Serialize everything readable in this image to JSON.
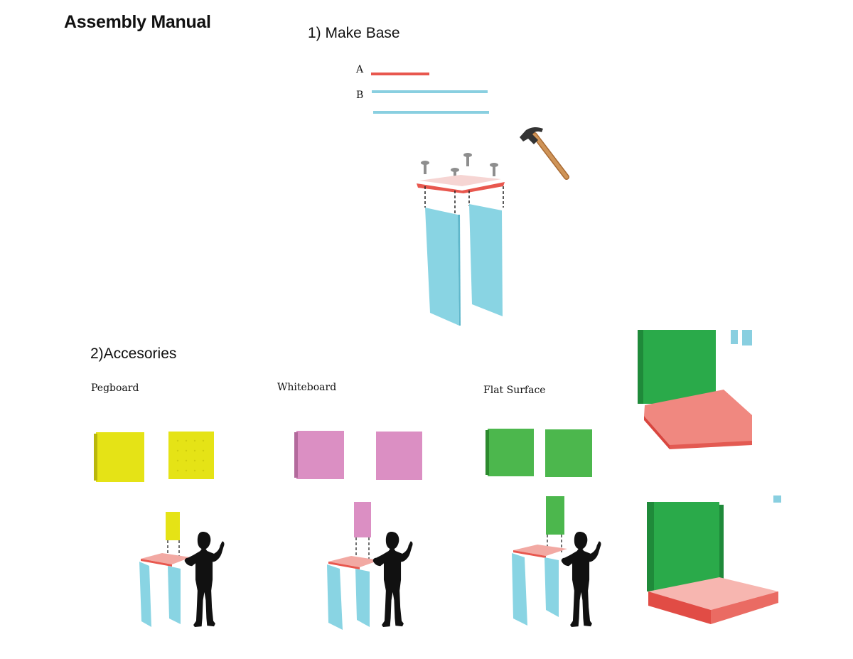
{
  "header": {
    "title": "Assembly Manual"
  },
  "step1": {
    "title": "1) Make Base",
    "parts": [
      {
        "label": "A",
        "color": "#e8574e"
      },
      {
        "label": "B",
        "color": "#89cfe0"
      }
    ]
  },
  "step2": {
    "title": "2)Accesories",
    "accessories": [
      {
        "label": "Pegboard",
        "color": "#e5e316"
      },
      {
        "label": "Whiteboard",
        "color": "#db8fc3"
      },
      {
        "label": "Flat Surface",
        "color": "#4cb74d"
      }
    ]
  },
  "colors": {
    "base_top": "#e8574e",
    "legs": "#89d4e3",
    "hammer_handle": "#c98b4c",
    "silhouette": "#111111"
  }
}
